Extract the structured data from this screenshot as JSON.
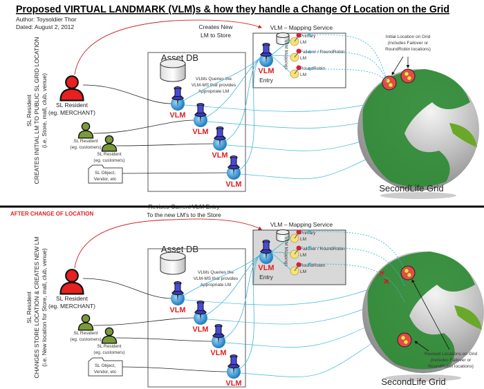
{
  "title": "Proposed VIRTUAL LANDMARK (VLM)s & how they handle a Change Of Location on the Grid",
  "author": "Author: Toysoldier Thor",
  "dated": "Dated:  August 2, 2012",
  "colors": {
    "vlm_label": "#e02020",
    "link_line": "#3bb6d8",
    "merchant": "#e82020",
    "customer": "#7a9a3a",
    "pin": "#4a4ad8",
    "globe": "#3a8a2a"
  },
  "common": {
    "asset_db": "Asset DB",
    "mapping_service": "VLM – Mapping Service",
    "vlm": "VLM",
    "entry": "Entry",
    "vlm_mappings": "VLM Mappings",
    "primary_lm": [
      "Primary",
      "LM"
    ],
    "failover_lm": [
      "Failover / RoundRobin",
      "LM"
    ],
    "roundrobin_lm": [
      "RoundRobin",
      "LM"
    ],
    "queries_note": [
      "VLMs Queries the",
      "VLM-MS that provides",
      "Appropriate LM"
    ],
    "merchant": [
      "SL Resident",
      "(eg. MERCHANT)"
    ],
    "customer": [
      "SL Resident",
      "(eg. customers)"
    ],
    "object": [
      "SL Object,",
      "Vendor, etc"
    ],
    "grid": "SecondLife Grid"
  },
  "panels": [
    {
      "side_text": [
        "SL Resident",
        "CREATES INITIAL LM TO PUBLIC SL GRID LOCATION",
        "(i.e. Store, mall, club, venue)"
      ],
      "action": [
        "Creates New",
        "LM to Store"
      ],
      "grid_note": [
        "Initial Location on Grid",
        "(includes Failover or",
        "RoundRobin locations)"
      ]
    },
    {
      "heading": "AFTER CHANGE OF LOCATION",
      "side_text": [
        "SL Resident",
        "CHANGES STORE LOCATION & CREATES NEW LM",
        "(i.e. New location for Store, mall, club, venue)"
      ],
      "action": [
        "Revises Current VLM Entry",
        "To the new LM's to the Store"
      ],
      "grid_note": [
        "Revised Locations on Grid",
        "(includes Failover or",
        "RoundRobin locations)"
      ]
    }
  ]
}
